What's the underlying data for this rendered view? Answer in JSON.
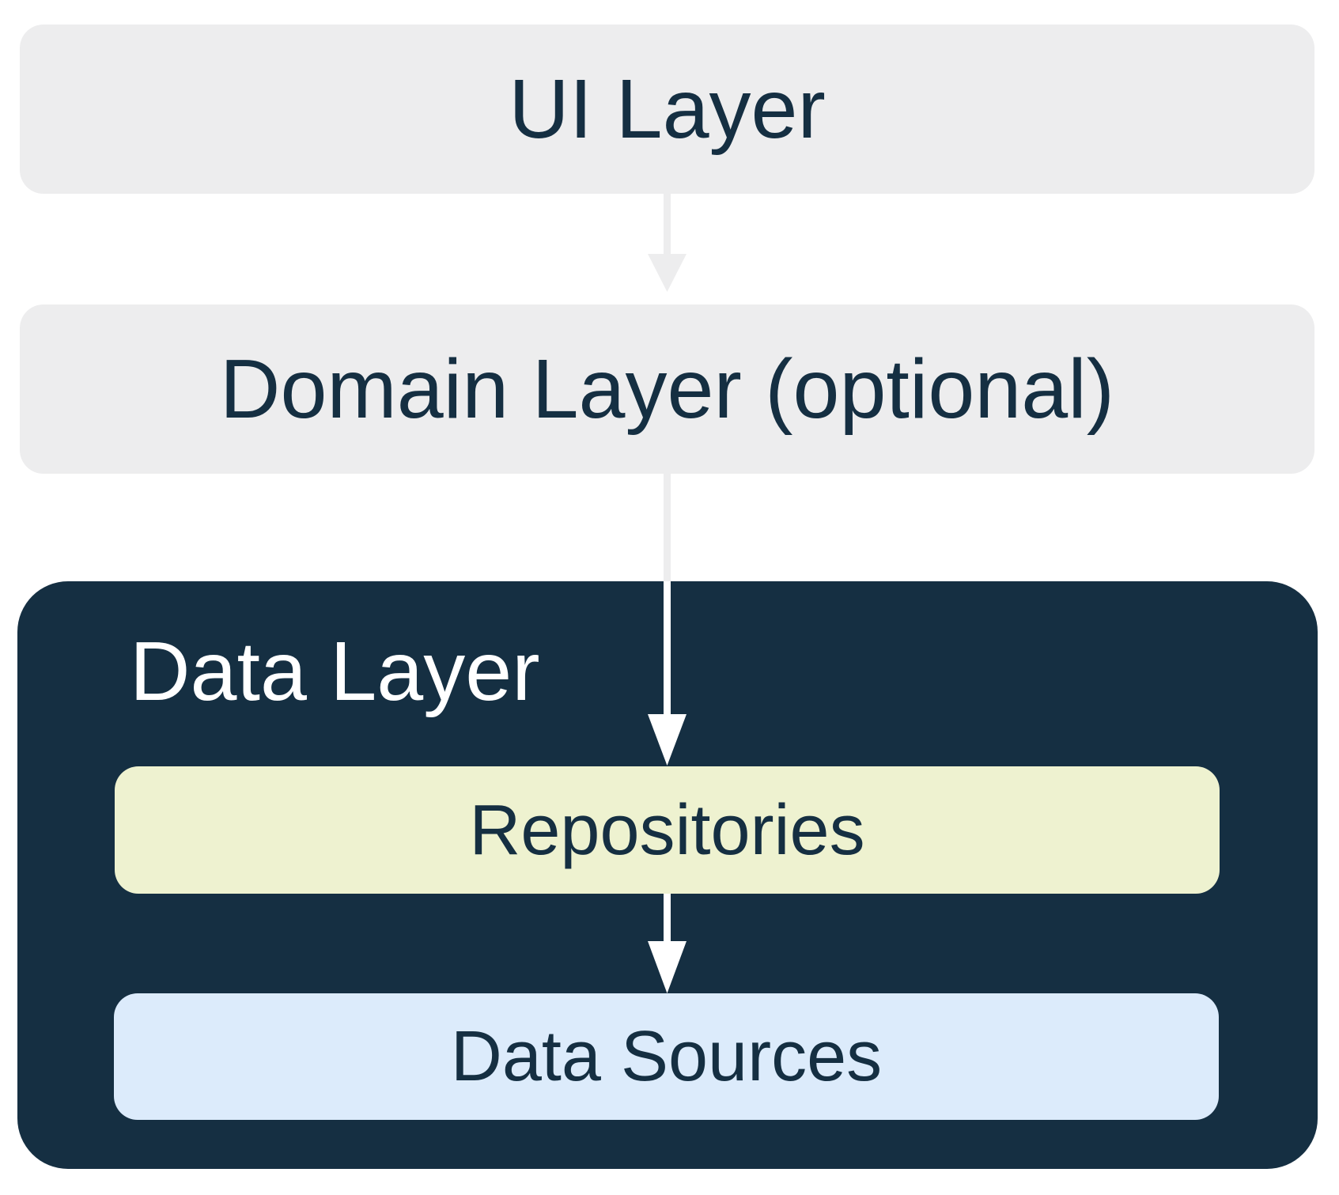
{
  "colors": {
    "page_bg": "#ffffff",
    "light_box_bg": "#ededee",
    "navy": "#152f42",
    "repositories_bg": "#eef2d0",
    "data_sources_bg": "#dcebfb",
    "white_text": "#ffffff",
    "arrow_gray": "#ededee",
    "arrow_white": "#ffffff"
  },
  "layers": {
    "ui": {
      "label": "UI Layer"
    },
    "domain": {
      "label": "Domain Layer (optional)"
    },
    "data": {
      "label": "Data Layer",
      "repositories": {
        "label": "Repositories"
      },
      "data_sources": {
        "label": "Data Sources"
      }
    }
  }
}
